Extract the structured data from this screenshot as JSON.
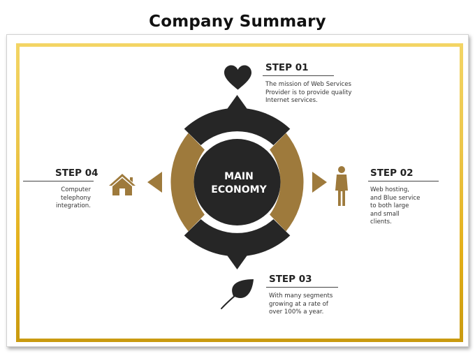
{
  "page": {
    "title": "Company Summary"
  },
  "colors": {
    "dark": "#262626",
    "gold": "#9e7a3c",
    "frame_gold": "#e8b92c"
  },
  "center": {
    "line1": "MAIN",
    "line2": "ECONOMY"
  },
  "steps": [
    {
      "label": "STEP 01",
      "description": "The mission of Web Services Provider is to provide quality Internet services.",
      "icon": "heart-icon"
    },
    {
      "label": "STEP 02",
      "description": "Web hosting, and Blue service to both large and small clients.",
      "icon": "person-icon"
    },
    {
      "label": "STEP 03",
      "description": "With many segments growing at a rate of over 100% a year.",
      "icon": "leaf-icon"
    },
    {
      "label": "STEP 04",
      "description": "Computer telephony integration.",
      "icon": "house-icon"
    }
  ]
}
